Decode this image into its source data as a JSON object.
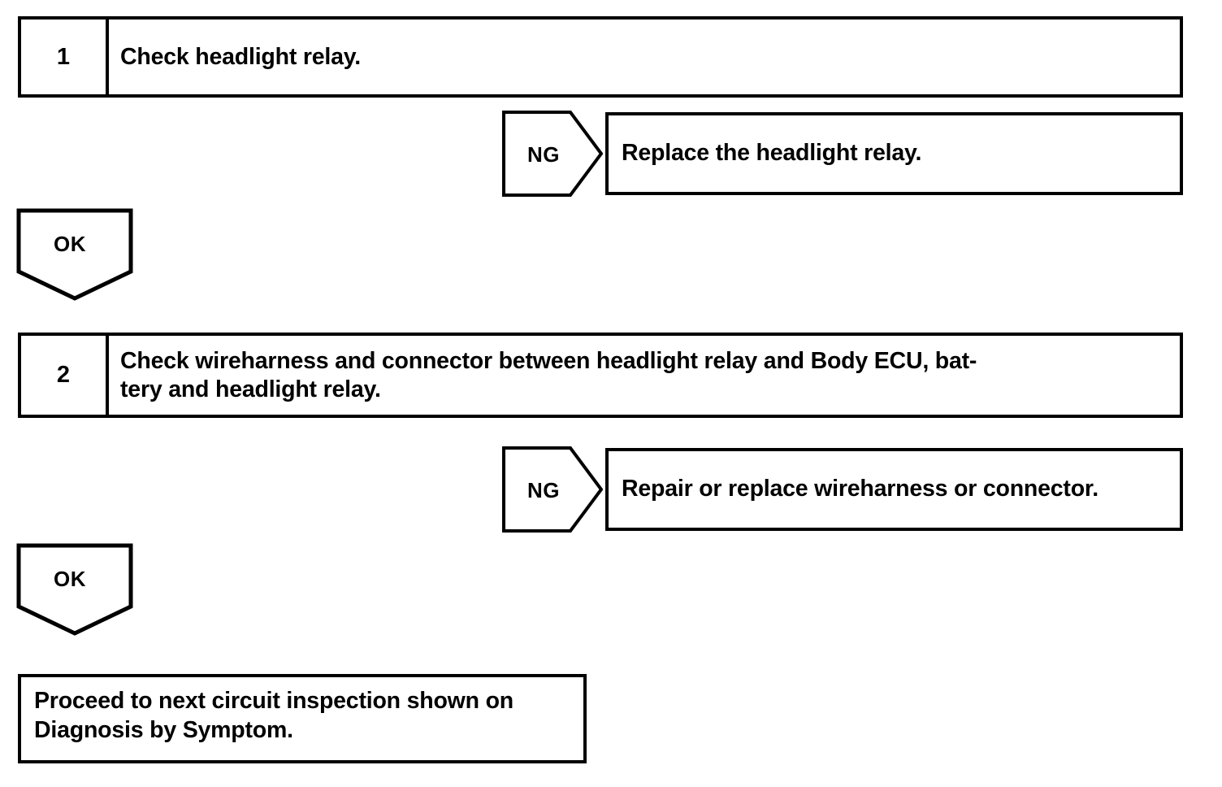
{
  "diagram": {
    "type": "troubleshooting-flowchart",
    "line_color": "#000000",
    "background_color": "#ffffff",
    "text_color": "#000000"
  },
  "steps": [
    {
      "number": "1",
      "text": "Check headlight relay."
    },
    {
      "number": "2",
      "text": "Check wireharness and connector between headlight relay and Body ECU, bat-\ntery and headlight relay."
    }
  ],
  "branches": [
    {
      "label": "NG",
      "action": "Replace the headlight relay."
    },
    {
      "label": "NG",
      "action": "Repair or replace wireharness or connector."
    }
  ],
  "connectors": [
    {
      "label": "OK"
    },
    {
      "label": "OK"
    }
  ],
  "final": {
    "text": "Proceed to next circuit inspection shown on\nDiagnosis by Symptom."
  }
}
